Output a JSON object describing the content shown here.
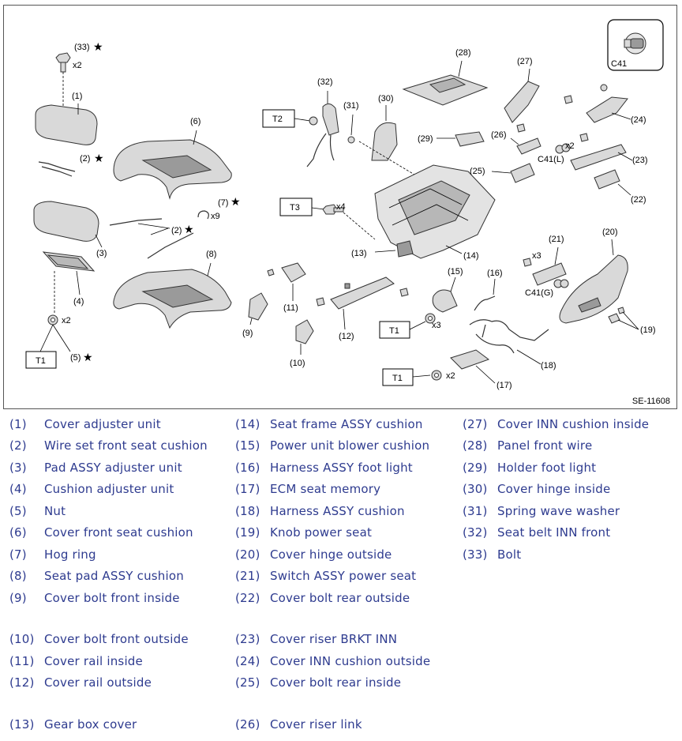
{
  "diagram": {
    "code": "SE-11608",
    "connector_inset_label": "C41",
    "callouts": {
      "c1": "(1)",
      "c2a": "(2)",
      "c2b": "(2)",
      "c3": "(3)",
      "c4": "(4)",
      "c5": "(5)",
      "c6": "(6)",
      "c7": "(7)",
      "c8": "(8)",
      "c9": "(9)",
      "c10": "(10)",
      "c11": "(11)",
      "c12": "(12)",
      "c13": "(13)",
      "c14": "(14)",
      "c15": "(15)",
      "c16": "(16)",
      "c17": "(17)",
      "c18": "(18)",
      "c19": "(19)",
      "c20": "(20)",
      "c21": "(21)",
      "c22": "(22)",
      "c23": "(23)",
      "c24": "(24)",
      "c25": "(25)",
      "c26": "(26)",
      "c27": "(27)",
      "c28": "(28)",
      "c29": "(29)",
      "c30": "(30)",
      "c31": "(31)",
      "c32": "(32)",
      "c33": "(33)"
    },
    "star": "★",
    "qty": {
      "q33": "x2",
      "q5": "x2",
      "q7": "x9",
      "qT3": "x4",
      "q21": "x3",
      "q23": "x2",
      "qT1a": "x3",
      "qT1b": "x2"
    },
    "torque": {
      "t1a": "T1",
      "t1b": "T1",
      "t1c": "T1",
      "t2": "T2",
      "t3": "T3"
    },
    "connectors": {
      "c41l": "C41(L)",
      "c41g": "C41(G)"
    }
  },
  "legend": [
    {
      "num": "(1)",
      "name": "Cover adjuster unit"
    },
    {
      "num": "(2)",
      "name": "Wire set front seat cushion"
    },
    {
      "num": "(3)",
      "name": "Pad ASSY adjuster unit"
    },
    {
      "num": "(4)",
      "name": "Cushion adjuster unit"
    },
    {
      "num": "(5)",
      "name": "Nut"
    },
    {
      "num": "(6)",
      "name": "Cover front seat cushion"
    },
    {
      "num": "(7)",
      "name": "Hog ring"
    },
    {
      "num": "(8)",
      "name": "Seat pad ASSY cushion"
    },
    {
      "num": "(9)",
      "name": "Cover bolt front inside"
    },
    {
      "num": "(10)",
      "name": "Cover bolt front outside"
    },
    {
      "num": "(11)",
      "name": "Cover rail inside"
    },
    {
      "num": "(12)",
      "name": "Cover rail outside"
    },
    {
      "num": "(13)",
      "name": "Gear box cover"
    },
    {
      "num": "(14)",
      "name": "Seat frame ASSY cushion"
    },
    {
      "num": "(15)",
      "name": "Power unit blower cushion"
    },
    {
      "num": "(16)",
      "name": "Harness ASSY foot light"
    },
    {
      "num": "(17)",
      "name": "ECM seat memory"
    },
    {
      "num": "(18)",
      "name": "Harness ASSY cushion"
    },
    {
      "num": "(19)",
      "name": "Knob power seat"
    },
    {
      "num": "(20)",
      "name": "Cover hinge outside"
    },
    {
      "num": "(21)",
      "name": "Switch ASSY power seat"
    },
    {
      "num": "(22)",
      "name": "Cover bolt rear outside"
    },
    {
      "num": "(23)",
      "name": "Cover riser BRKT INN"
    },
    {
      "num": "(24)",
      "name": "Cover INN cushion outside"
    },
    {
      "num": "(25)",
      "name": "Cover bolt rear inside"
    },
    {
      "num": "(26)",
      "name": "Cover riser link"
    },
    {
      "num": "(27)",
      "name": "Cover INN cushion inside"
    },
    {
      "num": "(28)",
      "name": "Panel front wire"
    },
    {
      "num": "(29)",
      "name": "Holder foot light"
    },
    {
      "num": "(30)",
      "name": "Cover hinge inside"
    },
    {
      "num": "(31)",
      "name": "Spring wave washer"
    },
    {
      "num": "(32)",
      "name": "Seat belt INN front"
    },
    {
      "num": "(33)",
      "name": "Bolt"
    }
  ]
}
